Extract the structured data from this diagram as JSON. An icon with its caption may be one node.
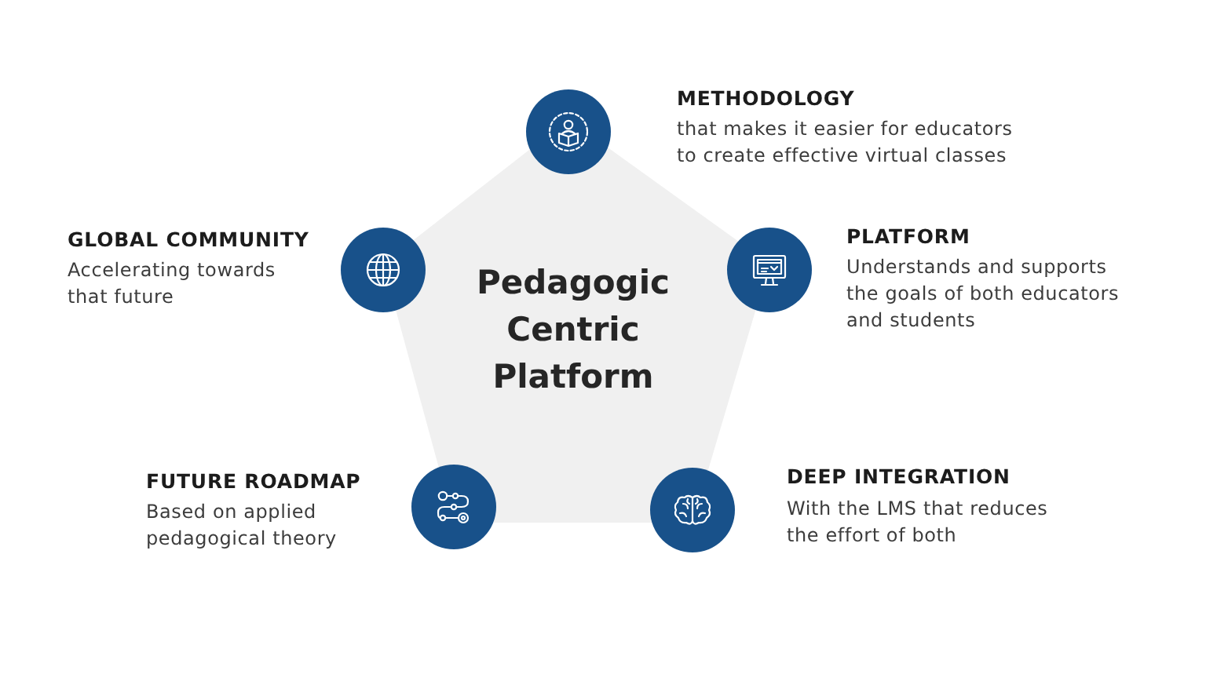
{
  "diagram": {
    "nodes": [
      {
        "text": [
          "Pedagogic Centric Platform"
        ]
      },
      {
        "text": [],
        "shape": "circle"
      },
      {
        "text": [],
        "shape": "circle"
      },
      {
        "text": [],
        "shape": "circle"
      },
      {
        "text": [],
        "shape": "circle"
      },
      {
        "text": [],
        "shape": "circle"
      }
    ],
    "labels": [
      "METHODOLOGY",
      "that makes it easier for educators to create effective virtual classes",
      "GLOBAL COMMUNITY",
      "Accelerating towards that future",
      "PLATFORM",
      "Understands and supports the goals of both educators and students",
      "FUTURE ROADMAP",
      "Based on applied pedagogical theory",
      "DEEP INTEGRATION",
      "With the LMS that reduces the effort of both"
    ]
  }
}
